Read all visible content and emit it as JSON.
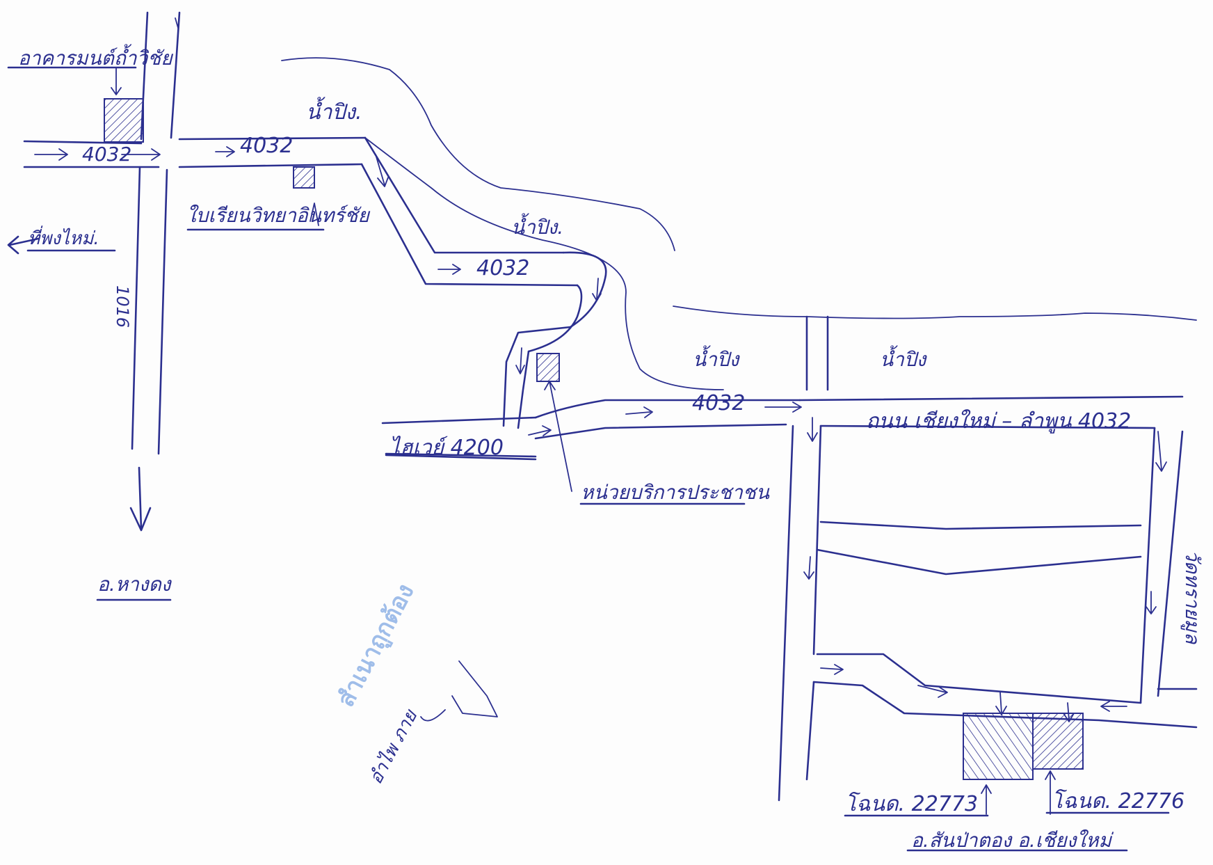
{
  "labels": {
    "school_top_left": "อาคารมนต์ถ้ำวิชัย",
    "road_4032_a": "4032",
    "road_4032_b": "4032",
    "road_4032_c": "4032",
    "road_4032_d": "4032",
    "to_chiang_mai": "ที่พงไหม่.",
    "road_1016": "1016",
    "school_name": "ใบเรียนวิทยาอินทร์ชัย",
    "river_1": "น้ำปิง.",
    "river_2": "น้ำปิง.",
    "river_3": "น้ำปิง",
    "river_4": "น้ำปิง",
    "highway_4200": "ไฮเวย์ 4200",
    "service_unit": "หน่วยบริการประชาชน",
    "main_road": "ถนน เชียงใหม่ – ลำพูน 4032",
    "to_hang_dong": "อ.หางดง",
    "temple": "วัดทรายมูล",
    "deed_1": "โฉนด. 22773",
    "deed_2": "โฉนด. 22776",
    "location": "อ.สันป่าตอง อ.เชียงใหม่",
    "signature_text": "อำไพ ภาย"
  },
  "stamp": {
    "text": "สำเนาถูกต้อง",
    "color": "#8fb2e6"
  },
  "colors": {
    "ink": "#2b2f8f",
    "paper": "#fdfdfd"
  }
}
